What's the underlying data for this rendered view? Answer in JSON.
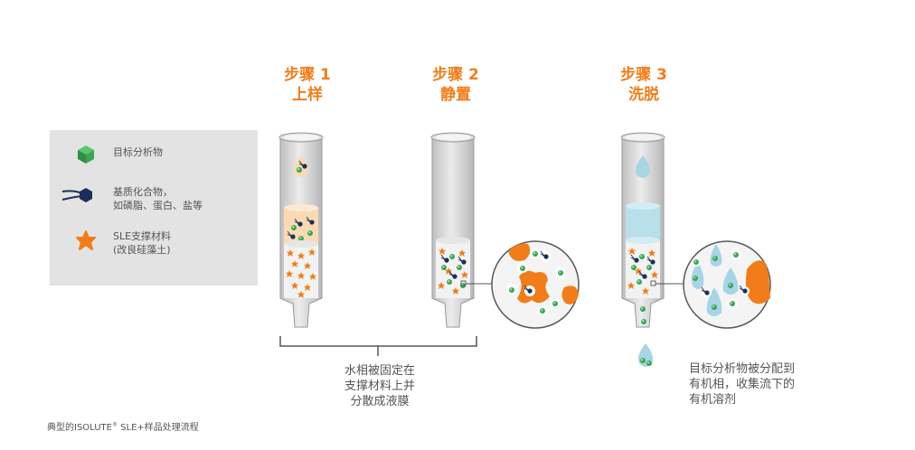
{
  "steps": [
    {
      "title": "步骤 1",
      "subtitle": "上样"
    },
    {
      "title": "步骤 2",
      "subtitle": "静置"
    },
    {
      "title": "步骤 3",
      "subtitle": "洗脱"
    }
  ],
  "legend": {
    "items": [
      {
        "icon": "green-cube-icon",
        "text_line1": "目标分析物",
        "text_line2": ""
      },
      {
        "icon": "matrix-compound-icon",
        "text_line1": "基质化合物，",
        "text_line2": "如磷脂、蛋白、盐等"
      },
      {
        "icon": "orange-star-icon",
        "text_line1": "SLE支撑材料",
        "text_line2": "(改良硅藻土)"
      }
    ]
  },
  "captions": {
    "step12": [
      "水相被固定在",
      "支撑材料上并",
      "分散成液膜"
    ],
    "step3": [
      "目标分析物被分配到",
      "有机相，收集流下的",
      "有机溶剂"
    ]
  },
  "footnote": {
    "prefix": "典型的ISOLUTE",
    "reg": "®",
    "suffix": " SLE+样品处理流程"
  },
  "colors": {
    "orange": "#f07d1a",
    "green": "#3aa655",
    "navy": "#1c2f5a",
    "light_blue": "#a8d5e5",
    "peach": "#fbd9b5",
    "gray_tube": "#d2d2d2",
    "legend_bg": "#e3e3e3"
  }
}
